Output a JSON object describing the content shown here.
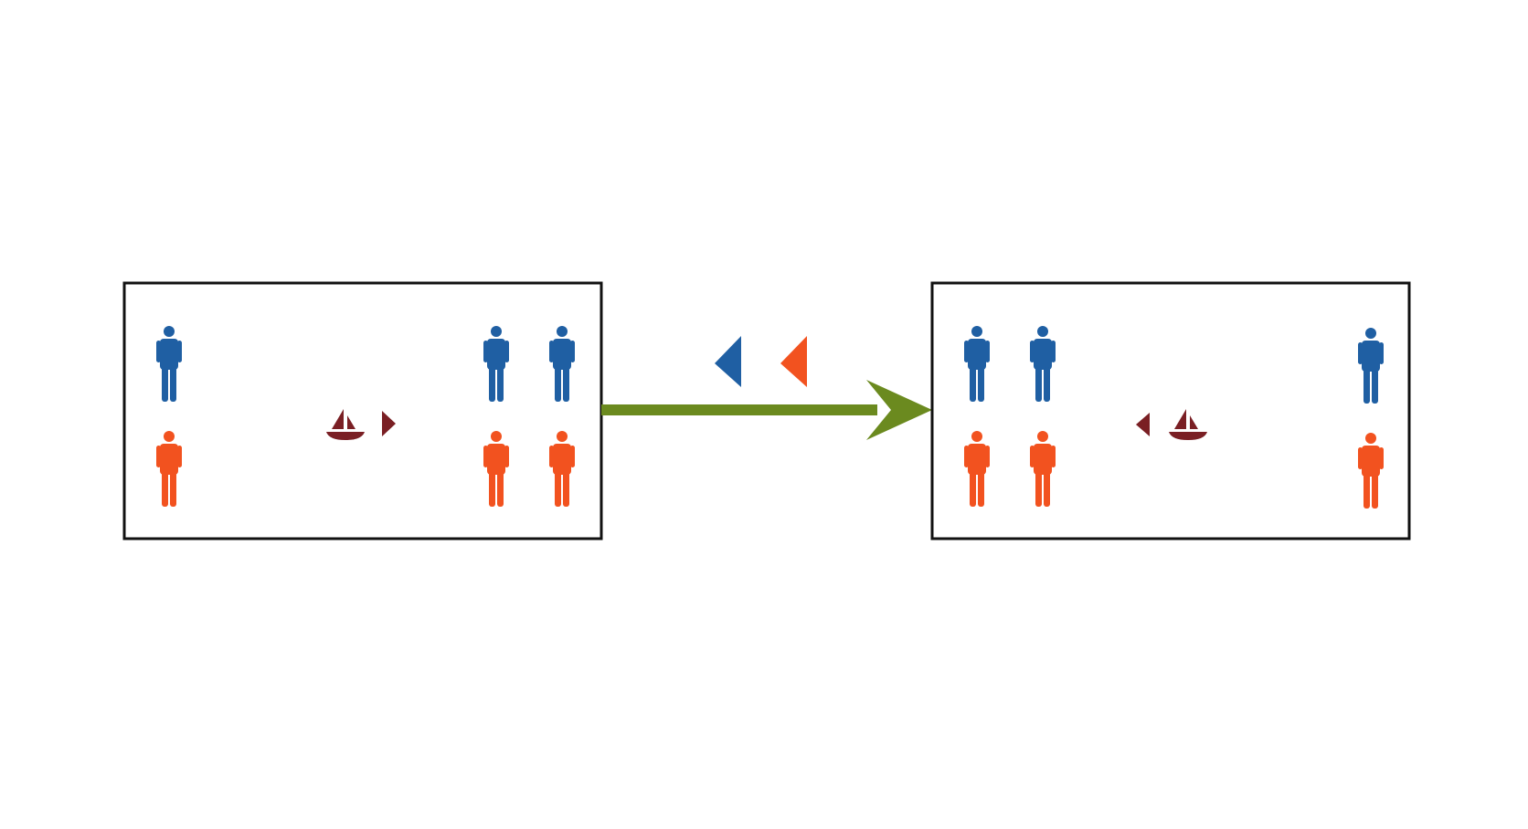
{
  "colors": {
    "background": "#ffffff",
    "state_border": "#111111",
    "blue_person": "#1f5fa3",
    "orange_person": "#f2521f",
    "boat": "#7a1f24",
    "transition_arrow": "#6b8a1f"
  },
  "states": [
    {
      "id": "before",
      "left_bank": {
        "blue": 1,
        "orange": 1
      },
      "right_bank": {
        "blue": 2,
        "orange": 2
      },
      "boat_side": "left",
      "boat_direction": "right"
    },
    {
      "id": "after",
      "left_bank": {
        "blue": 2,
        "orange": 2
      },
      "right_bank": {
        "blue": 1,
        "orange": 1
      },
      "boat_side": "right",
      "boat_direction": "left"
    }
  ],
  "transition": {
    "passengers": [
      {
        "icon": "blue-triangle-icon",
        "color": "blue",
        "direction": "left"
      },
      {
        "icon": "orange-triangle-icon",
        "color": "orange",
        "direction": "left"
      }
    ],
    "arrow_direction": "right"
  }
}
